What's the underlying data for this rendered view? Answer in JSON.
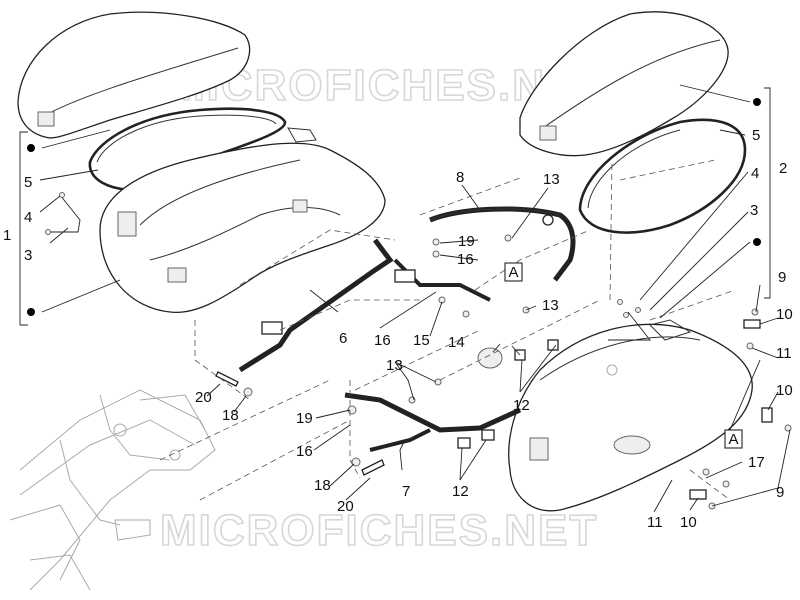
{
  "watermarks": [
    "MICROFICHES.NET",
    "MICROFICHES.NET"
  ],
  "box_labels": [
    "A",
    "A"
  ],
  "callouts": {
    "c1": "1",
    "c2": "2",
    "c3a": "3",
    "c3b": "3",
    "c4a": "4",
    "c4b": "4",
    "c5a": "5",
    "c5b": "5",
    "c6": "6",
    "c7": "7",
    "c8": "8",
    "c9a": "9",
    "c9b": "9",
    "c10a": "10",
    "c10b": "10",
    "c10c": "10",
    "c11a": "11",
    "c11b": "11",
    "c12a": "12",
    "c12b": "12",
    "c13a": "13",
    "c13b": "13",
    "c13c": "13",
    "c14": "14",
    "c15": "15",
    "c16a": "16",
    "c16b": "16",
    "c16c": "16",
    "c17": "17",
    "c18a": "18",
    "c18b": "18",
    "c19a": "19",
    "c19b": "19",
    "c20a": "20",
    "c20b": "20"
  }
}
